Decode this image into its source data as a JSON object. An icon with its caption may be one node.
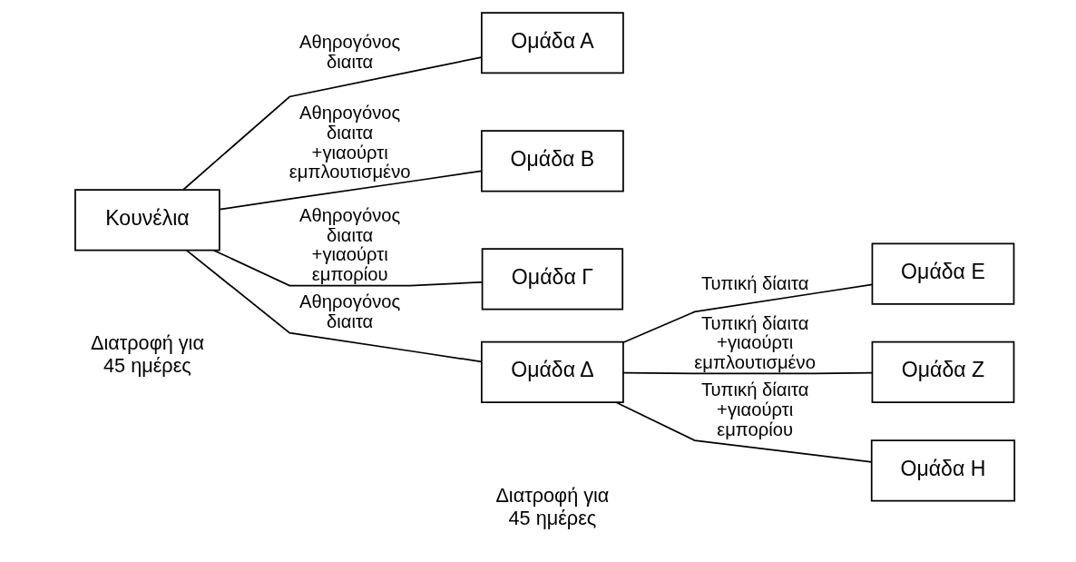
{
  "diagram": {
    "nodes": [
      {
        "text": [
          "Κουνέλια"
        ]
      },
      {
        "text": [
          "Ομάδα Α"
        ]
      },
      {
        "text": [
          "Ομάδα Β"
        ]
      },
      {
        "text": [
          "Ομάδα Γ"
        ]
      },
      {
        "text": [
          "Ομάδα Δ"
        ]
      },
      {
        "text": [
          "Ομάδα Ε"
        ]
      },
      {
        "text": [
          "Ομάδα Ζ"
        ]
      },
      {
        "text": [
          "Ομάδα Η"
        ]
      }
    ],
    "edges": [
      {
        "from": 0,
        "to": 1,
        "arrow": "none",
        "label": "Αθηρογόνος διαιτα"
      },
      {
        "from": 0,
        "to": 2,
        "arrow": "none",
        "label": "Αθηρογόνος διαιτα +γιαούρτι εμπλουτισμένο"
      },
      {
        "from": 0,
        "to": 3,
        "arrow": "none",
        "label": "Αθηρογόνος διαιτα +γιαούρτι εμπορίου"
      },
      {
        "from": 0,
        "to": 4,
        "arrow": "none",
        "label": "Αθηρογόνος διαιτα"
      },
      {
        "from": 4,
        "to": 5,
        "arrow": "none",
        "label": "Τυπική δίαιτα"
      },
      {
        "from": 4,
        "to": 6,
        "arrow": "none",
        "label": "Τυπική δίαιτα +γιαούρτι εμπλουτισμένο"
      },
      {
        "from": 4,
        "to": 7,
        "arrow": "none",
        "label": "Τυπική δίαιτα +γιαούρτι εμπορίου"
      }
    ],
    "labels": [
      "Διατροφή για 45 ημέρες",
      "Διατροφή για 45 ημέρες"
    ]
  }
}
